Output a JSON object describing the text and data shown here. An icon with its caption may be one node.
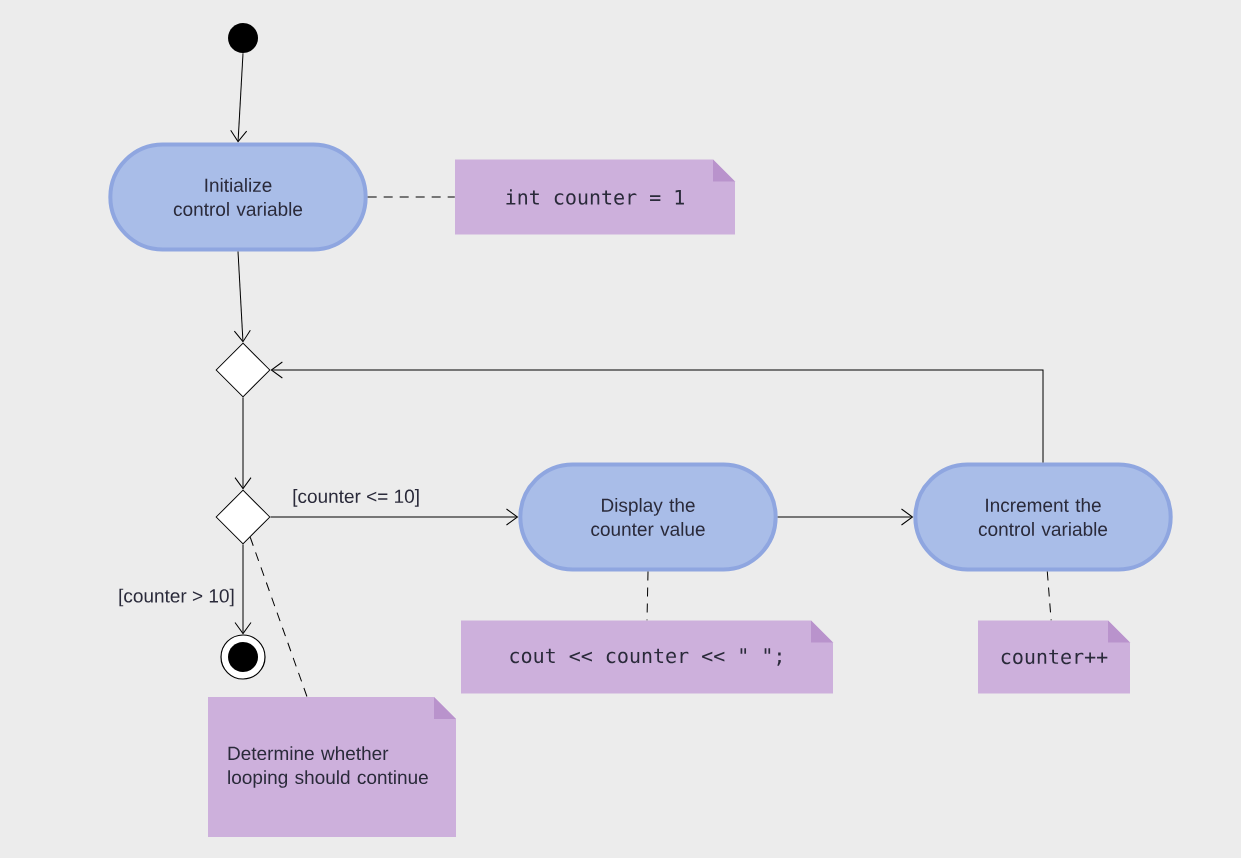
{
  "diagram": {
    "nodes": [
      {
        "text": [],
        "shape": "circle"
      },
      {
        "text": [
          "Initialize control variable"
        ]
      },
      {
        "text": [
          "int counter =  1"
        ]
      },
      {
        "text": [],
        "shape": "diamond"
      },
      {
        "text": [],
        "shape": "diamond"
      },
      {
        "text": [],
        "shape": "circle"
      },
      {
        "text": [
          "Display the counter value"
        ]
      },
      {
        "text": [
          "Increment the control variable"
        ]
      },
      {
        "text": [
          "cout << counter << \" \";"
        ]
      },
      {
        "text": [
          "counter++"
        ]
      },
      {
        "text": [
          "Determine whether looping should continue"
        ]
      }
    ],
    "edges": [
      {
        "from": 0,
        "to": 1,
        "arrow": "to"
      },
      {
        "from": 1,
        "to": 2,
        "arrow": "none",
        "style": "dashed"
      },
      {
        "from": 1,
        "to": 3,
        "arrow": "to"
      },
      {
        "from": 3,
        "to": 4,
        "arrow": "to"
      },
      {
        "from": 4,
        "to": 6,
        "arrow": "to",
        "label": "[counter <= 10]"
      },
      {
        "from": 4,
        "to": 5,
        "arrow": "to",
        "label": "[counter > 10]"
      },
      {
        "from": 6,
        "to": 7,
        "arrow": "to"
      },
      {
        "from": 7,
        "to": 3,
        "arrow": "to"
      },
      {
        "from": 6,
        "to": 8,
        "arrow": "none",
        "style": "dashed"
      },
      {
        "from": 7,
        "to": 9,
        "arrow": "none",
        "style": "dashed"
      },
      {
        "from": 4,
        "to": 10,
        "arrow": "none",
        "style": "dashed"
      }
    ]
  }
}
